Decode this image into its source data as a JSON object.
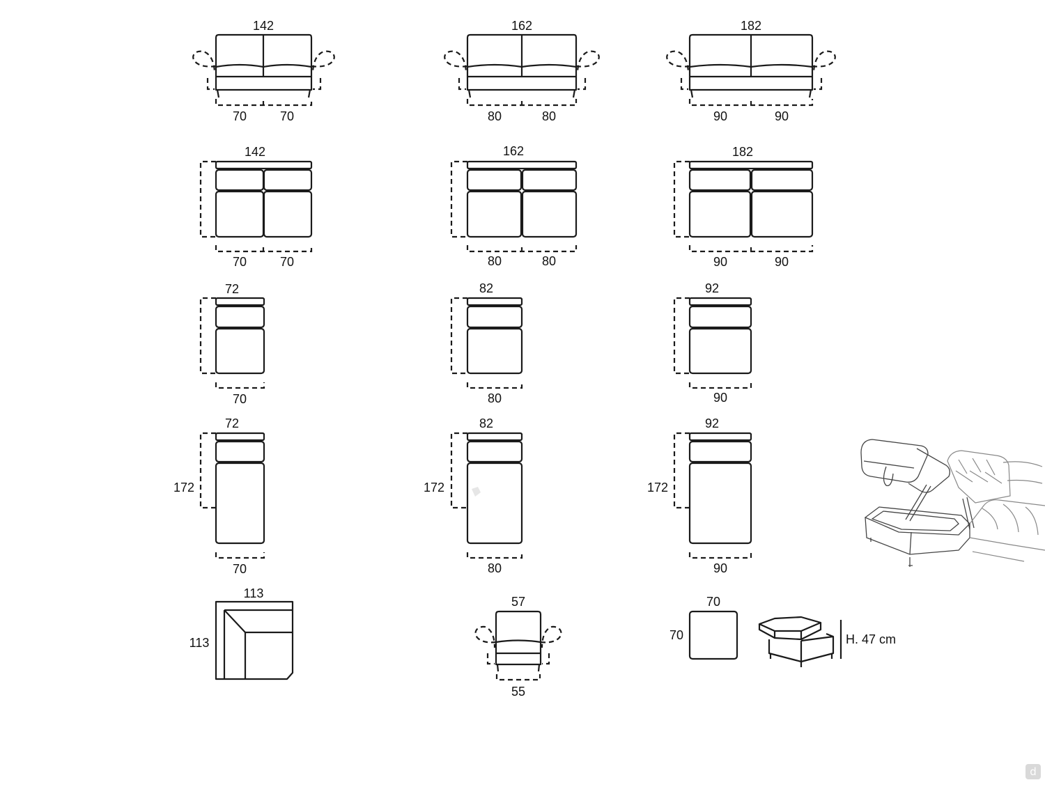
{
  "row1": {
    "a": {
      "width": "142",
      "seats": [
        "70",
        "70"
      ]
    },
    "b": {
      "width": "162",
      "seats": [
        "80",
        "80"
      ]
    },
    "c": {
      "width": "182",
      "seats": [
        "90",
        "90"
      ]
    }
  },
  "row2": {
    "a": {
      "width": "142",
      "seats": [
        "70",
        "70"
      ]
    },
    "b": {
      "width": "162",
      "seats": [
        "80",
        "80"
      ]
    },
    "c": {
      "width": "182",
      "seats": [
        "90",
        "90"
      ]
    }
  },
  "row3": {
    "a": {
      "width": "72",
      "seat": "70"
    },
    "b": {
      "width": "82",
      "seat": "80"
    },
    "c": {
      "width": "92",
      "seat": "90"
    }
  },
  "row4": {
    "a": {
      "width": "72",
      "depth": "172",
      "seat": "70"
    },
    "b": {
      "width": "82",
      "depth": "172",
      "seat": "80"
    },
    "c": {
      "width": "92",
      "depth": "172",
      "seat": "90"
    }
  },
  "row5": {
    "corner": {
      "width": "113",
      "depth": "113"
    },
    "armchair": {
      "width": "57",
      "seat": "55"
    },
    "pouf": {
      "width": "70",
      "depth": "70",
      "height": "H. 47 cm"
    }
  },
  "badge_icon": "d-logo-icon"
}
